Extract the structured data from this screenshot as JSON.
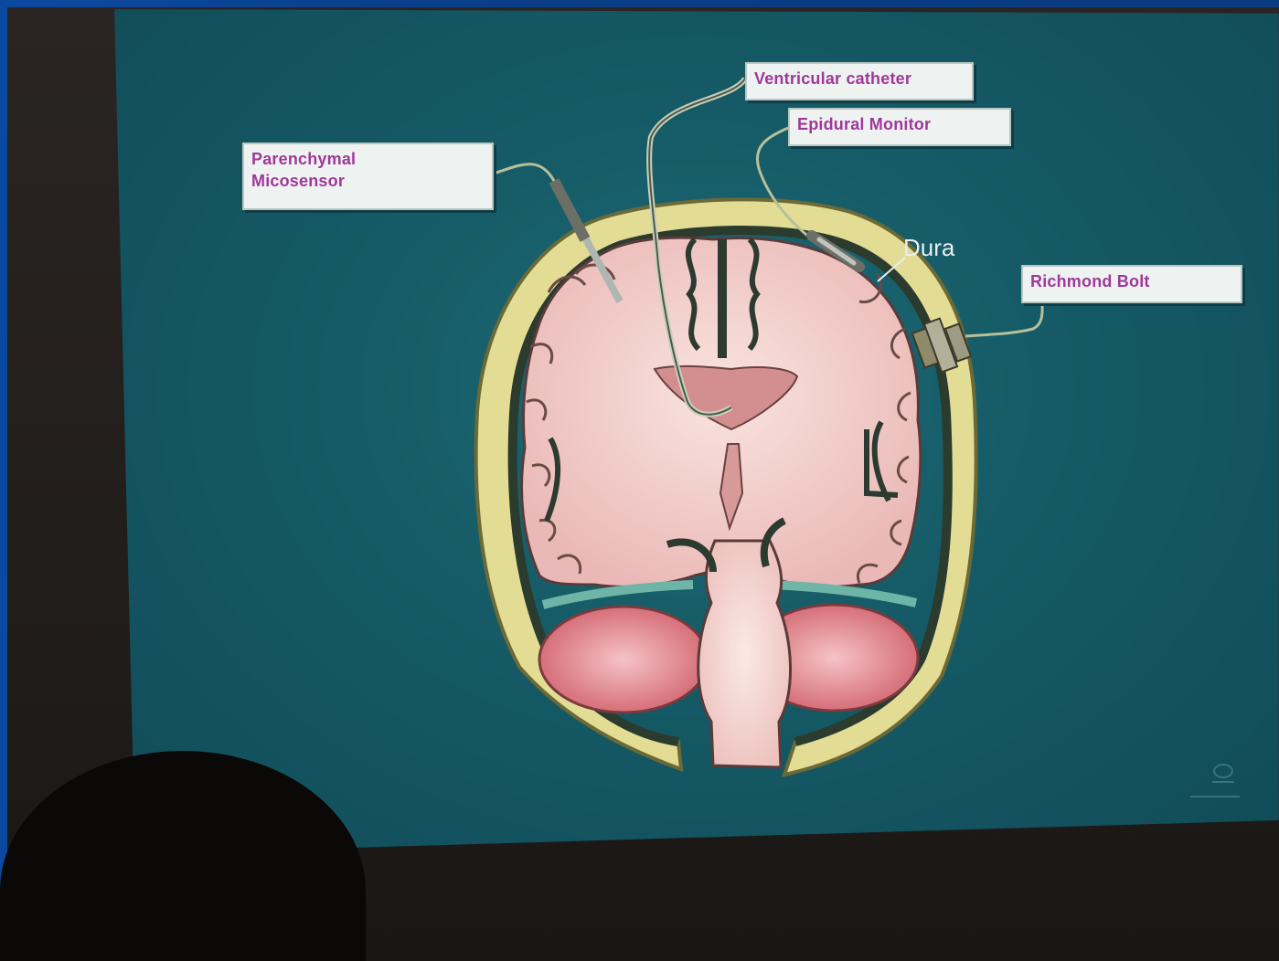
{
  "labels": {
    "parenchymal": "Parenchymal\nMicosensor",
    "ventricular": "Ventricular catheter",
    "epidural": "Epidural Monitor",
    "dura": "Dura",
    "richmond": "Richmond Bolt"
  },
  "colors": {
    "screen": "#155a66",
    "label_text": "#a0389a",
    "skull": "#e2dc92",
    "brain": "#f1c8c4",
    "cerebellum": "#d9747d"
  }
}
